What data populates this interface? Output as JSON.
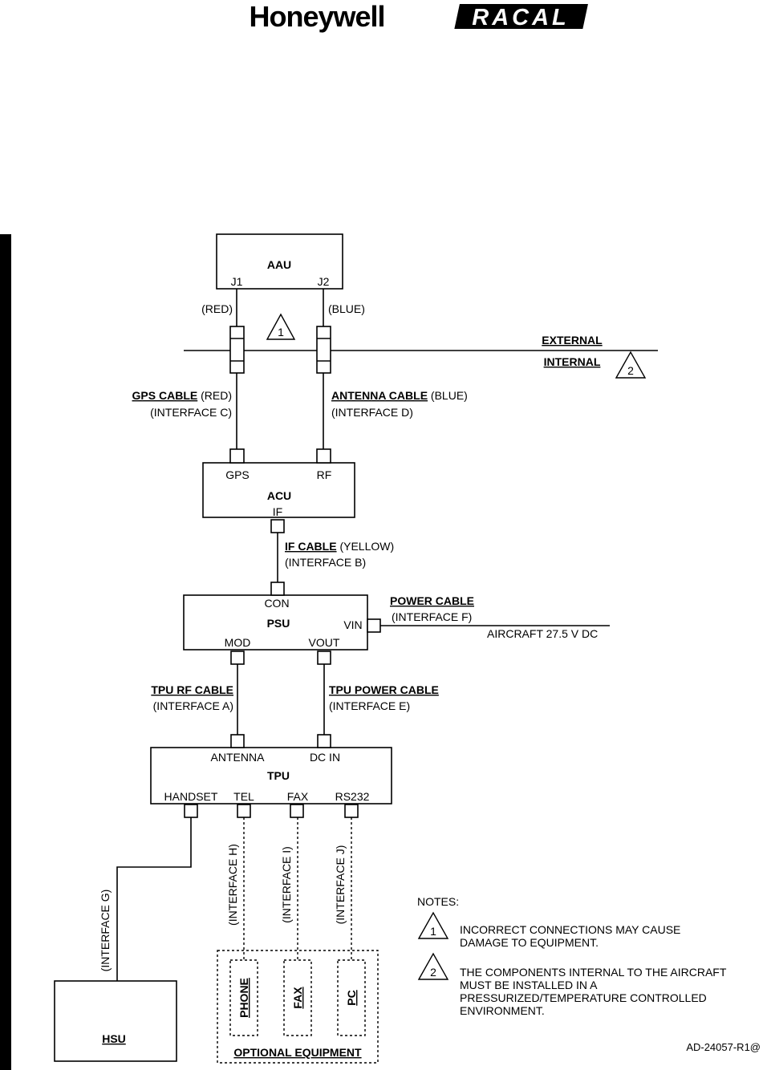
{
  "header": {
    "brand_left": "Honeywell",
    "brand_right": "RACAL"
  },
  "units": {
    "aau": {
      "name": "AAU",
      "j1": "J1",
      "j2": "J2"
    },
    "acu": {
      "name": "ACU",
      "gps": "GPS",
      "rf": "RF",
      "if": "IF"
    },
    "psu": {
      "name": "PSU",
      "con": "CON",
      "vin": "VIN",
      "mod": "MOD",
      "vout": "VOUT"
    },
    "tpu": {
      "name": "TPU",
      "antenna": "ANTENNA",
      "dc_in": "DC IN",
      "handset": "HANDSET",
      "tel": "TEL",
      "fax": "FAX",
      "rs232": "RS232"
    },
    "hsu": {
      "name": "HSU"
    }
  },
  "zones": {
    "external": "EXTERNAL",
    "internal": "INTERNAL"
  },
  "cables": {
    "red_tag": "(RED)",
    "blue_tag": "(BLUE)",
    "gps_cable": "GPS CABLE",
    "gps_color": " (RED)",
    "interface_c": "(INTERFACE C)",
    "antenna_cable": "ANTENNA CABLE",
    "antenna_color": " (BLUE)",
    "interface_d": "(INTERFACE D)",
    "if_cable": "IF CABLE",
    "if_color": " (YELLOW)",
    "interface_b": "(INTERFACE B)",
    "power_cable": "POWER CABLE",
    "interface_f": "(INTERFACE F)",
    "aircraft_power": "AIRCRAFT 27.5 V DC",
    "tpu_rf_cable": "TPU RF CABLE",
    "interface_a": "(INTERFACE A)",
    "tpu_power_cable": "TPU POWER CABLE",
    "interface_e": "(INTERFACE E)",
    "interface_g": "(INTERFACE G)",
    "interface_h": "(INTERFACE H)",
    "interface_i": "(INTERFACE I)",
    "interface_j": "(INTERFACE J)"
  },
  "optional": {
    "title": "OPTIONAL EQUIPMENT",
    "phone": "PHONE",
    "fax": "FAX",
    "pc": "PC"
  },
  "notes": {
    "heading": "NOTES:",
    "n1_marker": "1",
    "n1_line1": "INCORRECT CONNECTIONS MAY CAUSE",
    "n1_line2": "DAMAGE TO EQUIPMENT.",
    "n2_marker": "2",
    "n2_line1": "THE COMPONENTS INTERNAL TO THE AIRCRAFT",
    "n2_line2": "MUST BE INSTALLED IN A",
    "n2_line3": "PRESSURIZED/TEMPERATURE CONTROLLED",
    "n2_line4": "ENVIRONMENT."
  },
  "figure_id": "AD-24057-R1@"
}
